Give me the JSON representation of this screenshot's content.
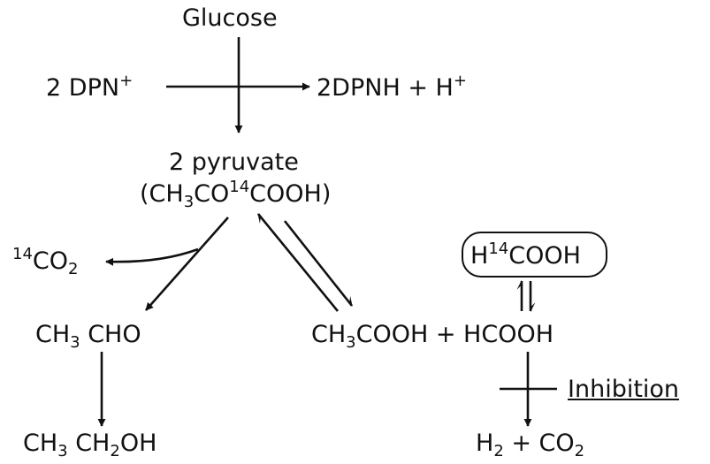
{
  "nodes": {
    "glucose": "Glucose",
    "dpn_plus_coef": "2",
    "dpn_plus": "DPN",
    "plus_sign": "+",
    "dpnh": "2DPNH + H",
    "pyruvate": "2 pyruvate",
    "pyruvate_formula": {
      "open": "(CH",
      "sub3": "3",
      "co": "CO",
      "sup14": "14",
      "cooh": "COOH)"
    },
    "co2_14": {
      "sup14": "14",
      "co": "CO",
      "sub2": "2"
    },
    "acetaldehyde": {
      "ch": "CH",
      "sub3": "3",
      "cho": " CHO"
    },
    "ethanol": {
      "ch": "CH",
      "sub3": "3",
      "ch2": " CH",
      "sub2": "2",
      "oh": "OH"
    },
    "acetate_formate": {
      "ch": "CH",
      "sub3": "3",
      "rest": "COOH + HCOOH"
    },
    "h14cooh": {
      "h": "H",
      "sup14": "14",
      "cooh": "COOH"
    },
    "h2co2": {
      "h": "H",
      "sub2a": "2",
      "plus": " + CO",
      "sub2b": "2"
    },
    "inhibition": "Inhibition"
  },
  "colors": {
    "ink": "#111111",
    "background": "#ffffff"
  }
}
